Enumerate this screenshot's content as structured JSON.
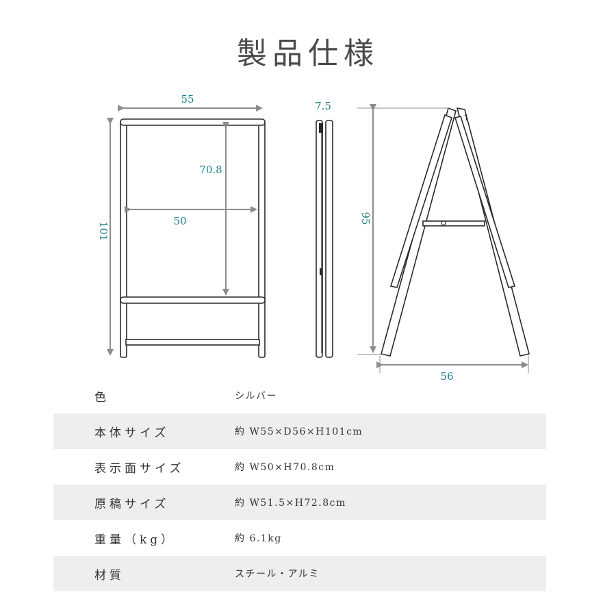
{
  "page_title": "製品仕様",
  "dimensions": {
    "front_width": "55",
    "display_height": "70.8",
    "display_width": "50",
    "total_height": "101",
    "depth_folded": "7.5",
    "open_height": "95",
    "open_depth": "56"
  },
  "specs": [
    {
      "label": "色",
      "value": "シルバー"
    },
    {
      "label": "本体サイズ",
      "value": "約 W55×D56×H101cm"
    },
    {
      "label": "表示面サイズ",
      "value": "約 W50×H70.8cm"
    },
    {
      "label": "原稿サイズ",
      "value": "約 W51.5×H72.8cm"
    },
    {
      "label": "重量（kg）",
      "value": "約 6.1kg"
    },
    {
      "label": "材質",
      "value": "スチール・アルミ"
    }
  ]
}
